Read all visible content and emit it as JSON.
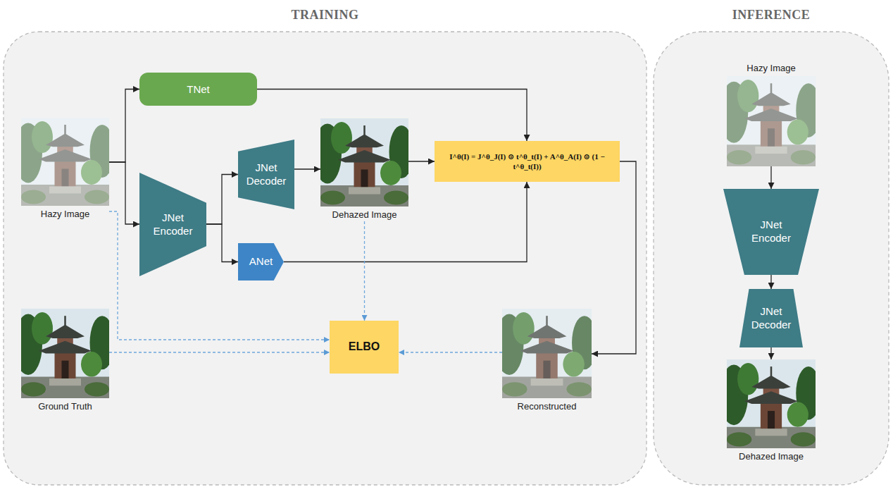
{
  "diagram": {
    "nodes": [
      {
        "text": [
          "TRAINING"
        ]
      },
      {
        "text": [
          "TNet"
        ],
        "in": 0
      },
      {
        "text": [
          "Hazy Image"
        ],
        "in": 0
      },
      {
        "text": [
          "JNet Encoder"
        ],
        "in": 0
      },
      {
        "text": [
          "JNet Decoder"
        ],
        "in": 0
      },
      {
        "text": [
          "Dehazed Image"
        ],
        "in": 0
      },
      {
        "text": [
          "ANet"
        ],
        "in": 0
      },
      {
        "text": [
          "I^θ(I) = J^θ_J(I) ⊙ t^θ_t(I) + A^θ_A(I) ⊙ (1 − t^θ_t(I))"
        ],
        "in": 0
      },
      {
        "text": [
          "ELBO"
        ],
        "in": 0
      },
      {
        "text": [
          "Ground Truth"
        ],
        "in": 0
      },
      {
        "text": [
          "Reconstructed"
        ],
        "in": 0
      },
      {
        "text": [
          "INFERENCE"
        ]
      },
      {
        "text": [
          "Hazy Image"
        ],
        "in": 11
      },
      {
        "text": [
          "JNet Encoder"
        ],
        "in": 11
      },
      {
        "text": [
          "JNet Decoder"
        ],
        "in": 11
      },
      {
        "text": [
          "Dehazed Image"
        ],
        "in": 11
      }
    ],
    "edges": [
      {
        "from": 2,
        "to": 1,
        "arrow": "to"
      },
      {
        "from": 2,
        "to": 3,
        "arrow": "to"
      },
      {
        "from": 1,
        "to": 7,
        "arrow": "to"
      },
      {
        "from": 3,
        "to": 4,
        "arrow": "to"
      },
      {
        "from": 3,
        "to": 6,
        "arrow": "to"
      },
      {
        "from": 4,
        "to": 5,
        "arrow": "to"
      },
      {
        "from": 5,
        "to": 7,
        "arrow": "to"
      },
      {
        "from": 6,
        "to": 7,
        "arrow": "to"
      },
      {
        "from": 7,
        "to": 10,
        "arrow": "to"
      },
      {
        "from": 2,
        "to": 8,
        "arrow": "to"
      },
      {
        "from": 5,
        "to": 8,
        "arrow": "to"
      },
      {
        "from": 9,
        "to": 8,
        "arrow": "to"
      },
      {
        "from": 10,
        "to": 8,
        "arrow": "to"
      },
      {
        "from": 12,
        "to": 13,
        "arrow": "to"
      },
      {
        "from": 13,
        "to": 14,
        "arrow": "to"
      },
      {
        "from": 14,
        "to": 15,
        "arrow": "to"
      }
    ]
  }
}
